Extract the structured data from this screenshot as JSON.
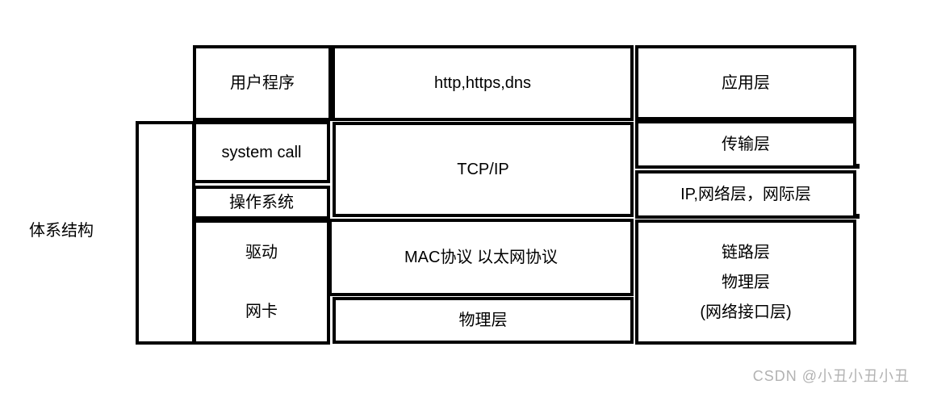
{
  "diagram": {
    "side_label": "体系结构",
    "watermark": "CSDN @小丑小丑小丑",
    "colors": {
      "line": "#000000",
      "watermark": "#b2b2b2",
      "background": "#ffffff"
    },
    "cells": {
      "user_program": "用户程序",
      "system_call": "system call",
      "os": "操作系统",
      "driver": "驱动",
      "nic": "网卡",
      "http": "http,https,dns",
      "tcpip": "TCP/IP",
      "mac": "MAC协议 以太网协议",
      "phy_mid": "物理层",
      "app_layer": "应用层",
      "transport_layer": "传输层",
      "ip_layer": "IP,网络层，网际层",
      "link_layer_line1": "链路层",
      "link_layer_line2": "物理层",
      "link_layer_line3": "(网络接口层)"
    }
  }
}
